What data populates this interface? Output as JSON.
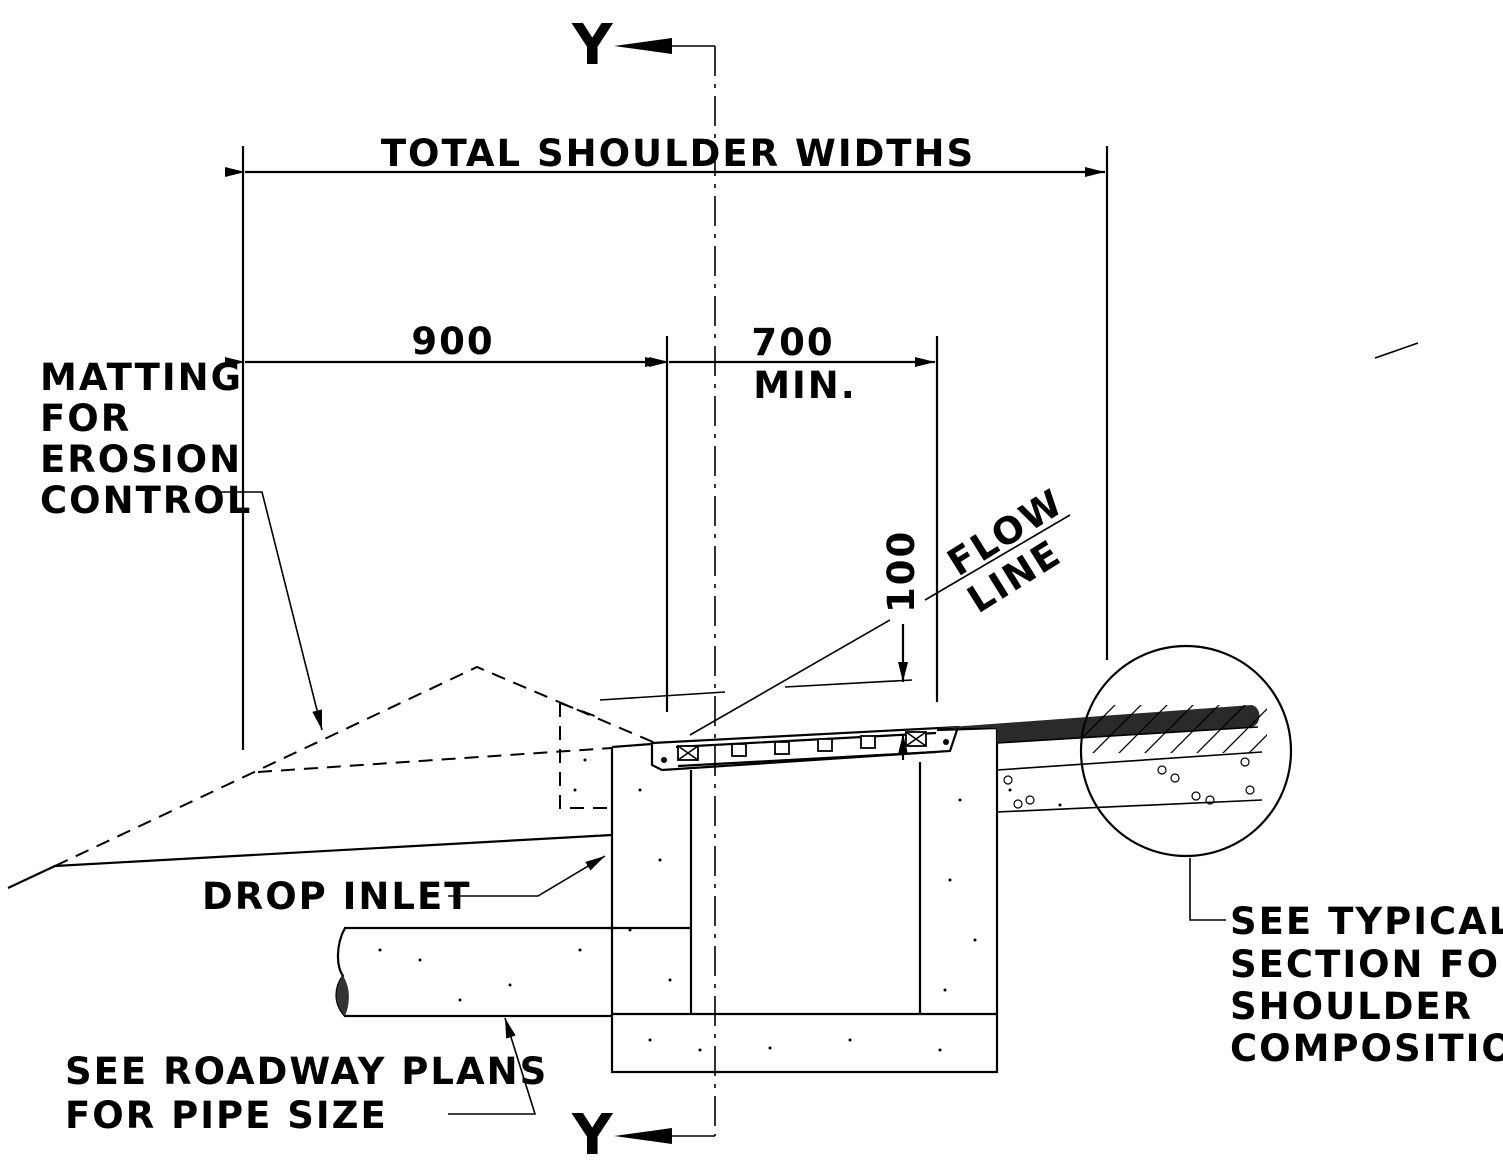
{
  "section_marks": {
    "top": "Y",
    "bottom": "Y"
  },
  "dimensions": {
    "total": "TOTAL SHOULDER WIDTHS",
    "left": "900",
    "right_value": "700",
    "right_note": "MIN.",
    "depth": "100"
  },
  "callouts": {
    "flow_line": [
      "FLOW",
      "LINE"
    ],
    "matting": [
      "MATTING",
      "FOR",
      "EROSION",
      "CONTROL"
    ],
    "drop_inlet": "DROP INLET",
    "pipe_note": [
      "SEE ROADWAY PLANS",
      "FOR PIPE SIZE"
    ],
    "shoulder_note": [
      "SEE TYPICAL",
      "SECTION FOR",
      "SHOULDER",
      "COMPOSITION"
    ]
  }
}
